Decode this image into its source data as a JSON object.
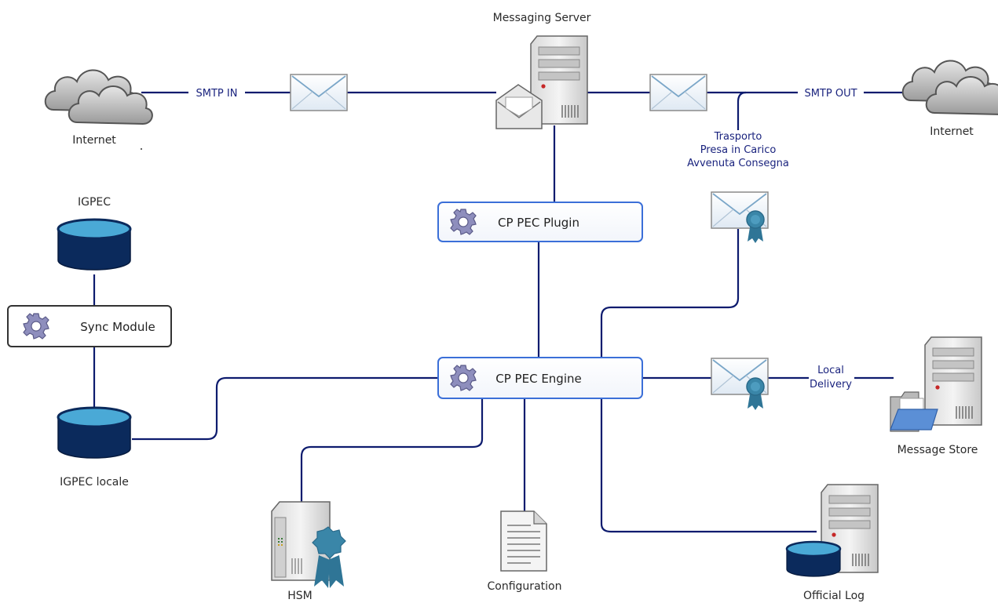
{
  "colors": {
    "wire": "#0d1b6e",
    "box_border_blue": "#3b6fd8",
    "box_border_dark": "#333333",
    "db_top": "#4aa9d6",
    "db_body": "#0b2a5c",
    "ribbon": "#3a86a8"
  },
  "nodes": {
    "messaging_server": "Messaging Server",
    "internet_left": "Internet",
    "internet_right": "Internet",
    "igpec": "IGPEC",
    "sync_module": "Sync Module",
    "igpec_locale": "IGPEC locale",
    "cp_pec_plugin": "CP PEC Plugin",
    "cp_pec_engine": "CP PEC Engine",
    "message_store": "Message Store",
    "official_log": "Official Log",
    "hsm": "HSM",
    "configuration": "Configuration"
  },
  "edges": {
    "smtp_in": "SMTP IN",
    "smtp_out": "SMTP OUT",
    "receipt_types": [
      "Trasporto",
      "Presa in Carico",
      "Avvenuta Consegna"
    ],
    "local_delivery": [
      "Local",
      "Delivery"
    ]
  },
  "icons": [
    "cloud-icon",
    "server-icon",
    "envelope-icon",
    "certified-envelope-icon",
    "database-icon",
    "gear-icon",
    "folder-icon",
    "document-icon",
    "hsm-icon"
  ]
}
